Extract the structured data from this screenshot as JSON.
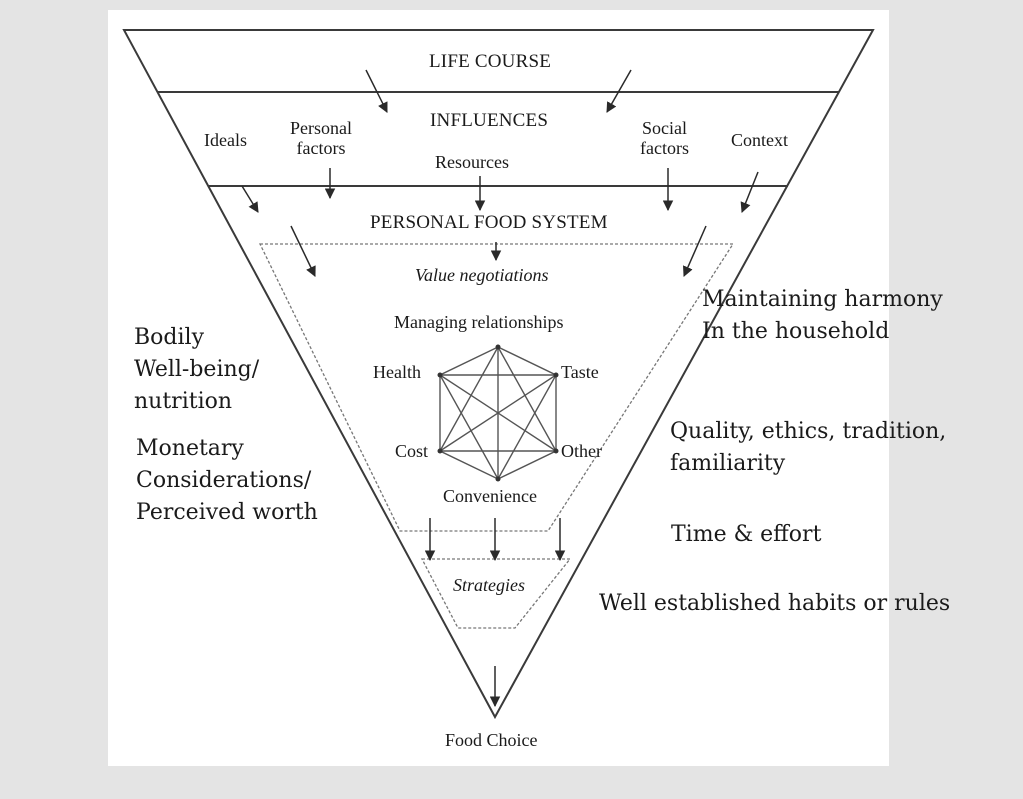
{
  "layers": {
    "life_course": "LIFE COURSE",
    "influences": "INFLUENCES",
    "personal_food_system": "PERSONAL FOOD SYSTEM"
  },
  "influences": {
    "ideals": "Ideals",
    "personal_factors": [
      "Personal",
      "factors"
    ],
    "resources": "Resources",
    "social_factors": [
      "Social",
      "factors"
    ],
    "context": "Context"
  },
  "food_system": {
    "value_negotiations": "Value negotiations",
    "managing_relationships": "Managing relationships",
    "values": {
      "health": "Health",
      "taste": "Taste",
      "cost": "Cost",
      "other": "Other",
      "convenience": "Convenience"
    },
    "strategies": "Strategies"
  },
  "outcome": "Food Choice",
  "annotations_left": {
    "bodily": [
      "Bodily",
      "Well-being/",
      "nutrition"
    ],
    "monetary": [
      "Monetary",
      "Considerations/",
      "Perceived worth"
    ]
  },
  "annotations_right": {
    "harmony": [
      "Maintaining harmony",
      "In the household"
    ],
    "quality": [
      "Quality, ethics, tradition,",
      "familiarity"
    ],
    "time": "Time & effort",
    "habits": "Well established habits or rules"
  },
  "colors": {
    "line": "#3a3a3a",
    "background": "#e4e4e4",
    "panel": "#ffffff"
  }
}
